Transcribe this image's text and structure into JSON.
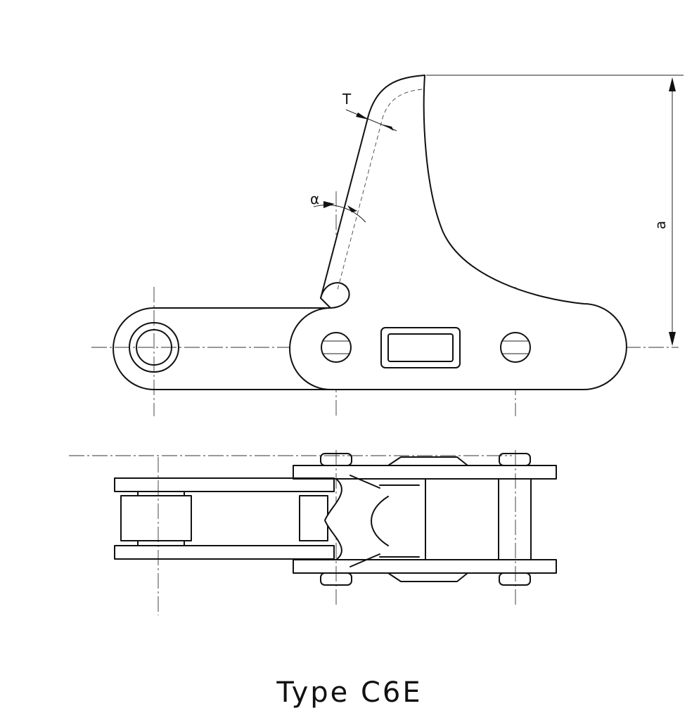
{
  "labels": {
    "thickness": "T",
    "angle": "α",
    "height": "a"
  },
  "caption": "Type C6E"
}
